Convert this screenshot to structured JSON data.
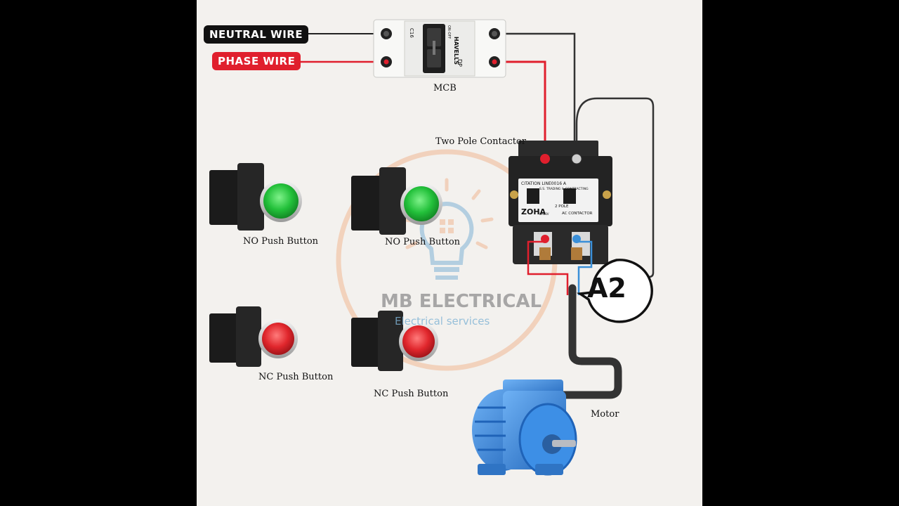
{
  "labels": {
    "neutral_wire": "NEUTRAL WIRE",
    "phase_wire": "PHASE WIRE",
    "mcb": "MCB",
    "two_pole_contactor": "Two Pole Contactor",
    "no_push_button_1": "NO Push Button",
    "no_push_button_2": "NO Push Button",
    "nc_push_button_1": "NC Push Button",
    "nc_push_button_2": "NC Push Button",
    "motor": "Motor",
    "a2_callout": "A2"
  },
  "watermark": {
    "title": "MB ELECTRICAL",
    "subtitle": "Electrical services"
  },
  "mcb_device": {
    "brand": "HAVELLS",
    "rating": "C16",
    "pole_type": "DP",
    "on_off": "ON-OFF"
  },
  "contactor_device": {
    "model": "CITATION LINE0016 A",
    "maker": "S.S. TRADING & CONTRACTING",
    "brand": "ZOHA",
    "poles": "2 POLE",
    "type": "AC CONTACTOR",
    "coil": "LM03V"
  },
  "colors": {
    "neutral": "#111111",
    "phase": "#e01f2d",
    "blue_wire": "#3a8fd8",
    "no_button": "#22c03a",
    "nc_button": "#e0262c",
    "motor": "#3d8fe6"
  }
}
